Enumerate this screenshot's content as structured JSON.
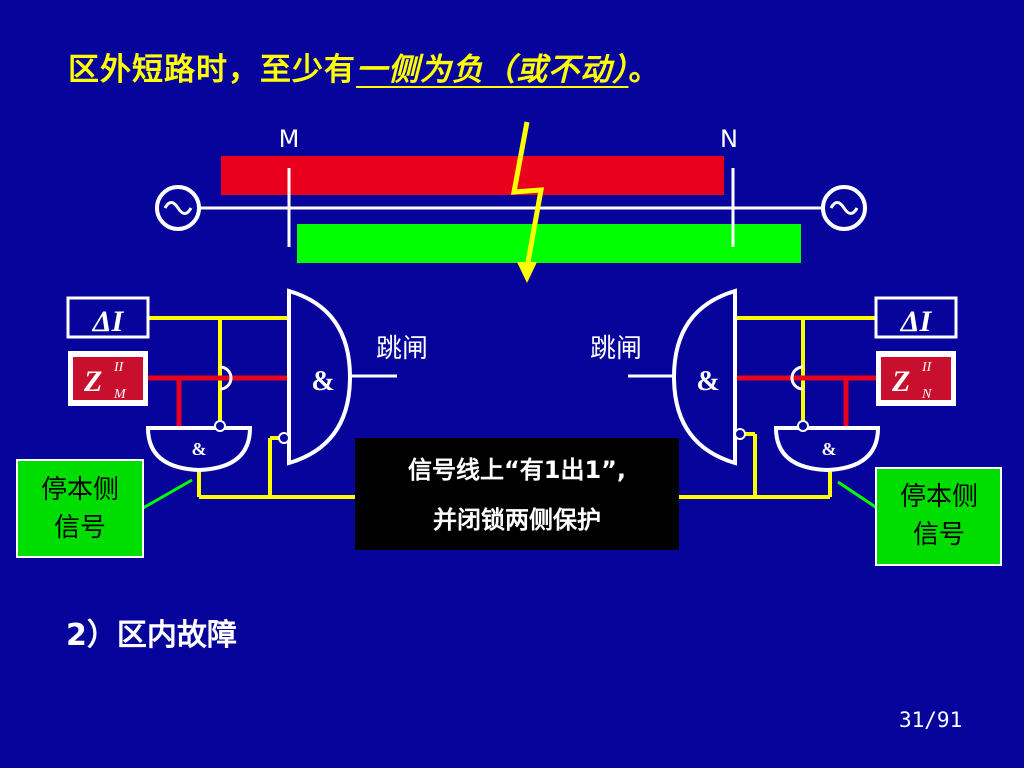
{
  "title": {
    "main": "区外短路时，至少有",
    "emphasis": "一侧为负（或不动）",
    "end": "。"
  },
  "line": {
    "bus_left": "M",
    "bus_right": "N"
  },
  "left_logic": {
    "delta_i_symbol": "Δ",
    "delta_i_var": "I",
    "z_var": "Z",
    "z_sup": "II",
    "z_sub": "M",
    "and_main": "&",
    "and_small": "&",
    "trip_label": "跳闸",
    "stop_signal": [
      "停本侧",
      "信号"
    ]
  },
  "right_logic": {
    "delta_i_symbol": "Δ",
    "delta_i_var": "I",
    "z_var": "Z",
    "z_sup": "II",
    "z_sub": "N",
    "and_main": "&",
    "and_small": "&",
    "trip_label": "跳闸",
    "stop_signal": [
      "停本侧",
      "信号"
    ]
  },
  "signal_note": [
    "信号线上“有1出1”,",
    "并闭锁两侧保护"
  ],
  "section_label": "2）区内故障",
  "page_number": "31/91",
  "colors": {
    "background": "#06049a",
    "title": "#ffff00",
    "red_bar": "#e8001c",
    "green_bar": "#00ff00",
    "signal_wire": "#ffff00",
    "block_fill": "#c8102e",
    "note_box": "#000000",
    "stop_box": "#00dd00"
  }
}
